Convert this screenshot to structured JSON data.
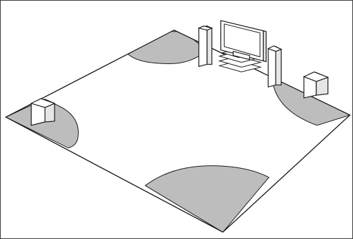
{
  "diagram": {
    "subject": "room-speaker-placement",
    "colors": {
      "stroke": "#1a1a1a",
      "floor": "#ffffff",
      "placement_zone": "#bdbdbd",
      "speaker_face": "#ffffff",
      "speaker_side": "#e6e6e6",
      "screen": "#ffffff"
    },
    "elements": [
      "room-floor",
      "placement-zone-back-left",
      "placement-zone-back-right",
      "placement-zone-left",
      "placement-zone-front",
      "tv-set",
      "av-rack",
      "front-left-tower-speaker",
      "front-right-tower-speaker",
      "left-surround-speaker",
      "right-surround-speaker"
    ]
  }
}
